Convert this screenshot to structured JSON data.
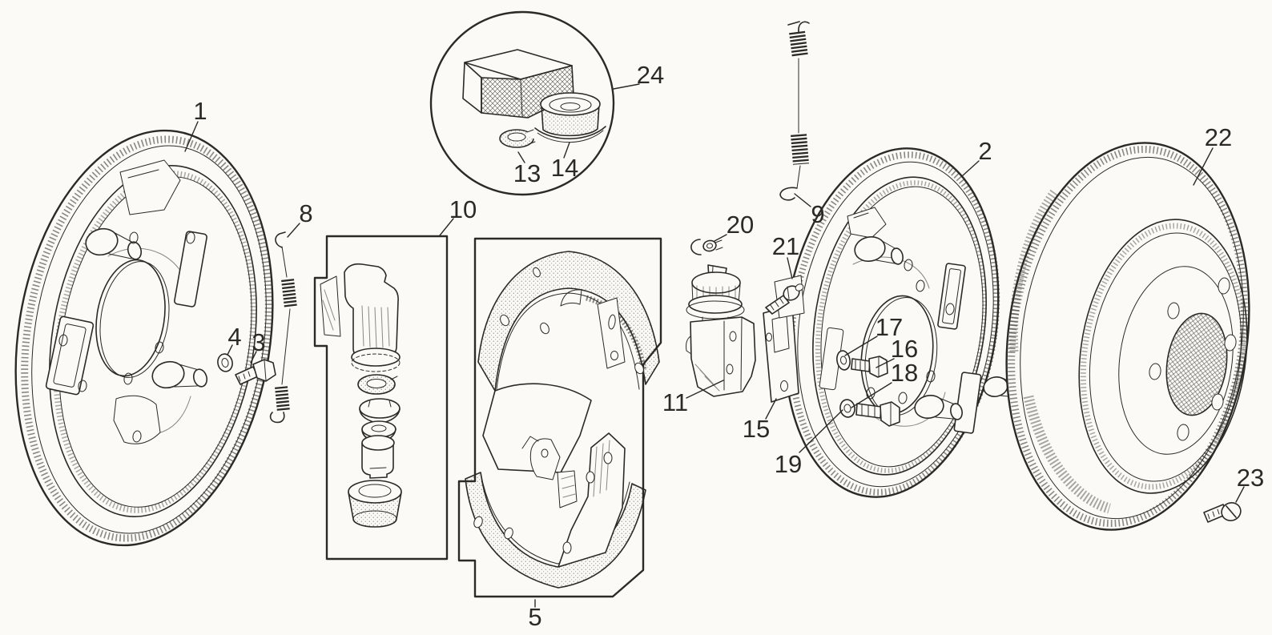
{
  "colors": {
    "ink": "#2b2a26",
    "paper": "#fbfaf6"
  },
  "callouts": {
    "c1": "1",
    "c2": "2",
    "c3": "3",
    "c4": "4",
    "c5": "5",
    "c8": "8",
    "c9": "9",
    "c10": "10",
    "c11": "11",
    "c13": "13",
    "c14": "14",
    "c15": "15",
    "c16": "16",
    "c17": "17",
    "c18": "18",
    "c19": "19",
    "c20": "20",
    "c21": "21",
    "c22": "22",
    "c23": "23",
    "c24": "24"
  }
}
